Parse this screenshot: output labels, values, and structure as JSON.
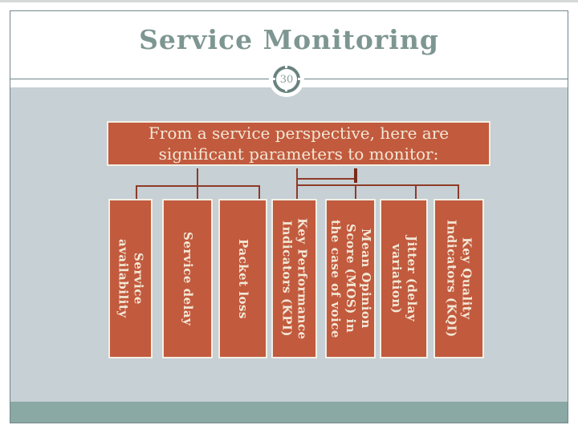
{
  "slide": {
    "title": "Service Monitoring",
    "page_number": "30",
    "callout": "From a service perspective, here are\nsignificant parameters to monitor:",
    "parameters": [
      "Service\navailability",
      "Service delay",
      "Packet loss",
      "Key Performance\nIndicators (KPI)",
      "Mean Opinion\nScore (MOS) in\nthe case of voice",
      "Jitter (delay\nvariation)",
      "Key Quality\nIndicators (KQI)"
    ],
    "colors": {
      "accent_terracotta": "#c25a3e",
      "box_border": "#f3efe4",
      "box_text": "#f2e8d6",
      "connector": "#8e3b28",
      "connector_dark": "#7a2a1a",
      "content_background": "#c6d0d5",
      "footer_band": "#8aa8a4",
      "title_text": "#7e9692",
      "frame_border": "#73868c",
      "badge_ring": "#68827f"
    }
  }
}
